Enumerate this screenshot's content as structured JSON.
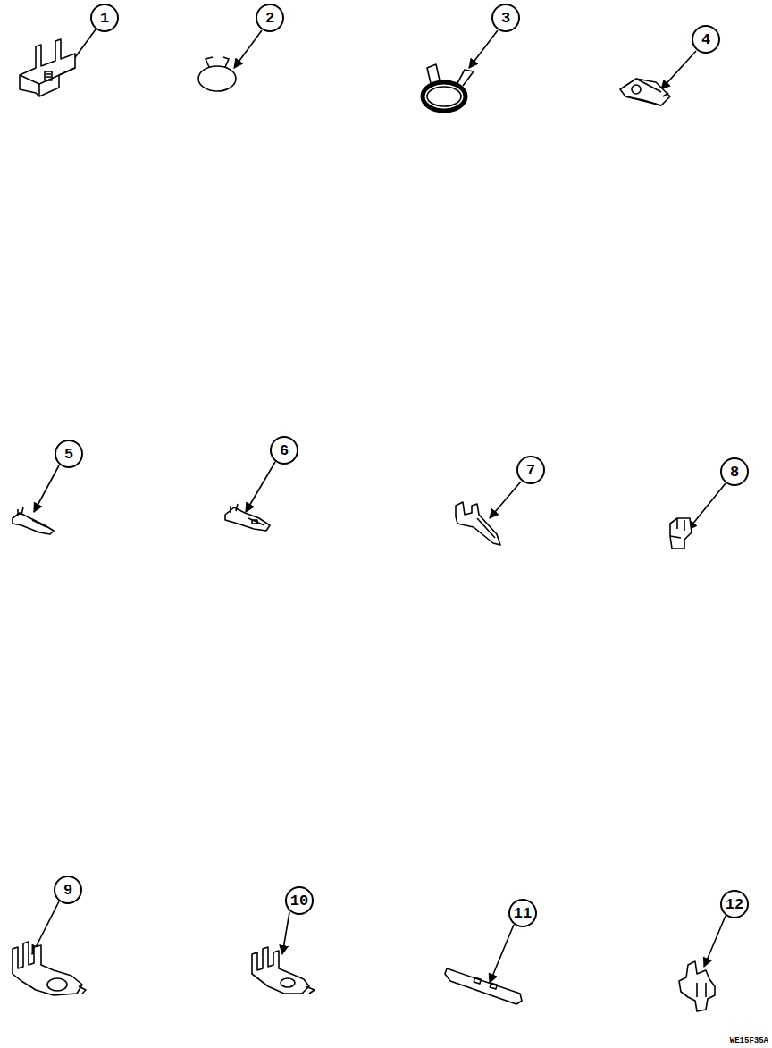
{
  "diagram": {
    "nodes": [
      {
        "text": [
          "1"
        ]
      },
      {
        "text": [
          "2"
        ]
      },
      {
        "text": [
          "3"
        ]
      },
      {
        "text": [
          "4"
        ]
      },
      {
        "text": [
          "5"
        ]
      },
      {
        "text": [
          "6"
        ]
      },
      {
        "text": [
          "7"
        ]
      },
      {
        "text": [
          "8"
        ]
      },
      {
        "text": [
          "9"
        ]
      },
      {
        "text": [
          "10"
        ]
      },
      {
        "text": [
          "11"
        ]
      },
      {
        "text": [
          "12"
        ]
      }
    ],
    "labels": [
      "WE15F35A"
    ]
  }
}
